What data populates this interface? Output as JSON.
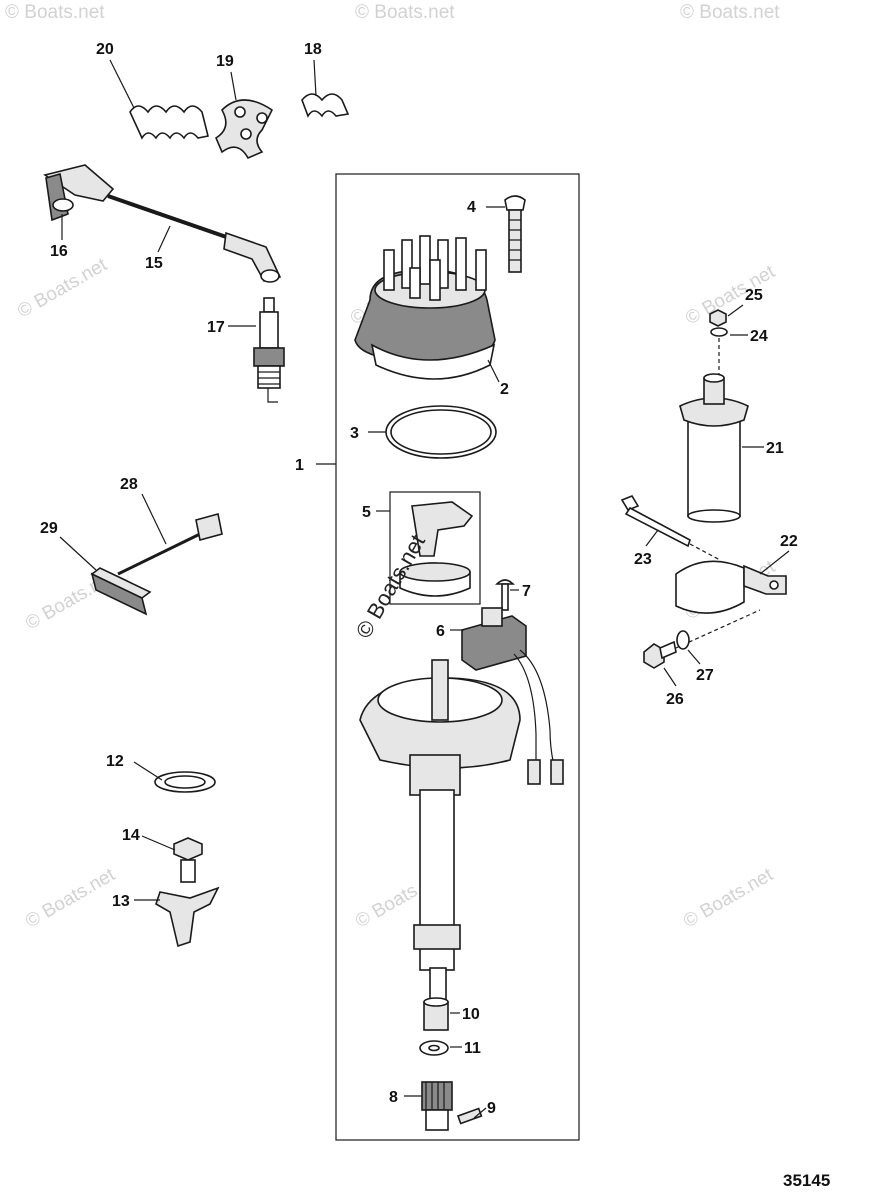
{
  "watermark_text": "© Boats.net",
  "figure_number": "35145",
  "callouts": [
    "1",
    "2",
    "3",
    "4",
    "5",
    "6",
    "7",
    "8",
    "9",
    "10",
    "11",
    "12",
    "13",
    "14",
    "15",
    "16",
    "17",
    "18",
    "19",
    "20",
    "21",
    "22",
    "23",
    "24",
    "25",
    "26",
    "27",
    "28",
    "29"
  ],
  "parts": [
    {
      "ref": "1",
      "name": "distributor-assembly"
    },
    {
      "ref": "2",
      "name": "distributor-cap"
    },
    {
      "ref": "3",
      "name": "cap-seal-ring"
    },
    {
      "ref": "4",
      "name": "cap-screw"
    },
    {
      "ref": "5",
      "name": "rotor-set"
    },
    {
      "ref": "6",
      "name": "ignition-module"
    },
    {
      "ref": "7",
      "name": "module-screw"
    },
    {
      "ref": "8",
      "name": "drive-gear"
    },
    {
      "ref": "9",
      "name": "roll-pin"
    },
    {
      "ref": "10",
      "name": "bushing"
    },
    {
      "ref": "11",
      "name": "washer"
    },
    {
      "ref": "12",
      "name": "base-gasket"
    },
    {
      "ref": "13",
      "name": "hold-down-clamp"
    },
    {
      "ref": "14",
      "name": "clamp-bolt"
    },
    {
      "ref": "15",
      "name": "spark-plug-wire"
    },
    {
      "ref": "16",
      "name": "wire-boot"
    },
    {
      "ref": "17",
      "name": "spark-plug"
    },
    {
      "ref": "18",
      "name": "wire-retainer-2"
    },
    {
      "ref": "19",
      "name": "wire-retainer-3"
    },
    {
      "ref": "20",
      "name": "wire-retainer-4"
    },
    {
      "ref": "21",
      "name": "ignition-coil"
    },
    {
      "ref": "22",
      "name": "coil-bracket"
    },
    {
      "ref": "23",
      "name": "bracket-screw"
    },
    {
      "ref": "24",
      "name": "lock-washer"
    },
    {
      "ref": "25",
      "name": "nut"
    },
    {
      "ref": "26",
      "name": "bracket-bolt"
    },
    {
      "ref": "27",
      "name": "bracket-washer"
    },
    {
      "ref": "28",
      "name": "ground-strap"
    },
    {
      "ref": "29",
      "name": "wire-separator"
    }
  ]
}
